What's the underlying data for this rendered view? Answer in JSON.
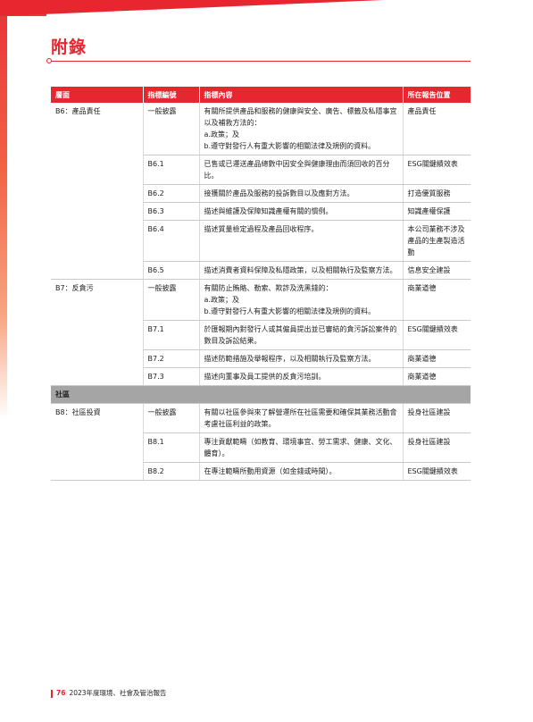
{
  "page": {
    "title": "附錄",
    "footer_page": "76",
    "footer_text": "2023年度環境、社會及管治報告",
    "accent_color": "#e8262f"
  },
  "table": {
    "headers": [
      "層面",
      "指標編號",
      "指標內容",
      "所在報告位置"
    ],
    "rows": [
      {
        "aspect": "B6：產品責任",
        "code": "一般披露",
        "content": [
          "有關所提供產品和服務的健康與安全、廣告、標籤及私隱事宜以及補救方法的：",
          "a.政策；及",
          "b.遵守對發行人有重大影響的相關法律及規例的資料。"
        ],
        "location": "產品責任"
      },
      {
        "aspect": "",
        "code": "B6.1",
        "content": [
          "已售或已運送產品總數中因安全與健康理由而須回收的百分比。"
        ],
        "location": "ESG關鍵績效表"
      },
      {
        "aspect": "",
        "code": "B6.2",
        "content": [
          "接獲關於產品及服務的投訴數目以及應對方法。"
        ],
        "location": "打造優質服務"
      },
      {
        "aspect": "",
        "code": "B6.3",
        "content": [
          "描述與維護及保障知識產權有關的慣例。"
        ],
        "location": "知識產權保護"
      },
      {
        "aspect": "",
        "code": "B6.4",
        "content": [
          "描述質量檢定過程及產品回收程序。"
        ],
        "location": "本公司業務不涉及產品的生產製造活動"
      },
      {
        "aspect": "",
        "code": "B6.5",
        "content": [
          "描述消費者資料保障及私隱政策，以及相關執行及監察方法。"
        ],
        "location": "信息安全建設"
      },
      {
        "aspect": "B7：反貪污",
        "code": "一般披露",
        "content": [
          "有關防止賄賂、勒索、欺詐及洗黑錢的：",
          "a.政策；及",
          "b.遵守對發行人有重大影響的相關法律及規例的資料。"
        ],
        "location": "商業道德"
      },
      {
        "aspect": "",
        "code": "B7.1",
        "content": [
          "於匯報期內對發行人或其僱員提出並已審結的貪污訴訟案件的數目及訴訟結果。"
        ],
        "location": "ESG關鍵績效表"
      },
      {
        "aspect": "",
        "code": "B7.2",
        "content": [
          "描述防範措施及舉報程序，以及相關執行及監察方法。"
        ],
        "location": "商業道德"
      },
      {
        "aspect": "",
        "code": "B7.3",
        "content": [
          "描述向董事及員工提供的反貪污培訓。"
        ],
        "location": "商業道德"
      }
    ],
    "section_label": "社區",
    "rows2": [
      {
        "aspect": "B8：社區投資",
        "code": "一般披露",
        "content": [
          "有關以社區參與來了解營運所在社區需要和確保其業務活動會考慮社區利益的政策。"
        ],
        "location": "投身社區建設"
      },
      {
        "aspect": "",
        "code": "B8.1",
        "content": [
          "專注貢獻範疇（如教育、環境事宜、勞工需求、健康、文化、體育）。"
        ],
        "location": "投身社區建設"
      },
      {
        "aspect": "",
        "code": "B8.2",
        "content": [
          "在專注範疇所動用資源（如金錢或時間）。"
        ],
        "location": "ESG關鍵績效表"
      }
    ]
  }
}
